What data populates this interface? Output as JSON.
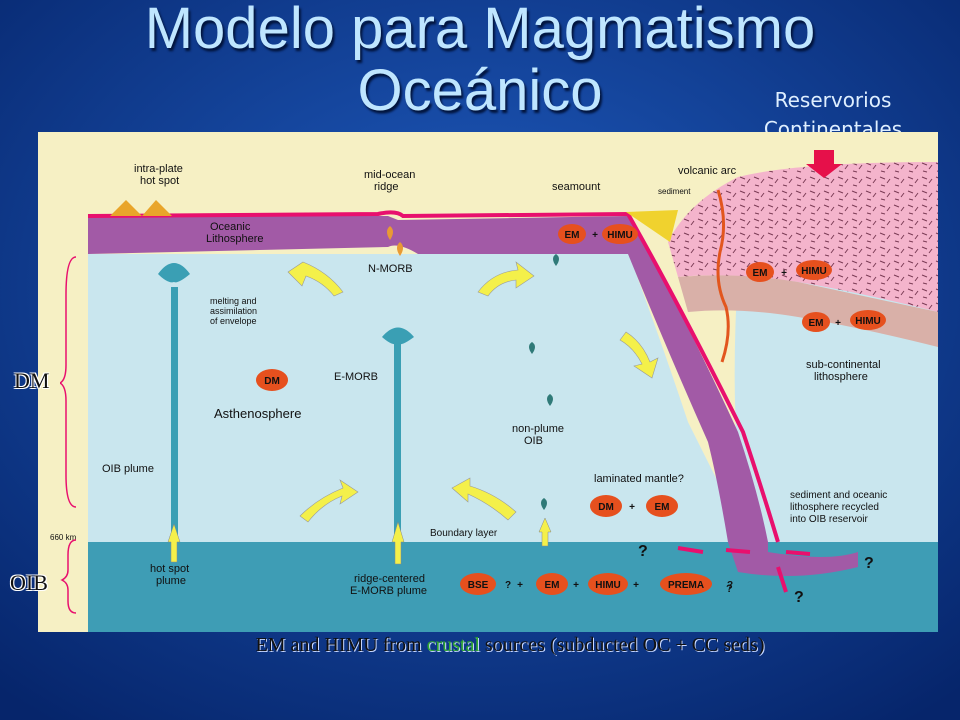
{
  "title_line1": "Modelo para Magmatismo",
  "title_line2": "Oceánico",
  "reservoir_label_line1": "Reservorios",
  "reservoir_label_line2": "Continentales",
  "side_labels": {
    "dm": "DM",
    "oib": "OIB"
  },
  "caption": {
    "before": "EM and HIMU from ",
    "highlight": "crustal",
    "after": " sources (subducted OC + CC seds)"
  },
  "diagram_labels": {
    "intraplate": [
      "intra-plate",
      "hot spot"
    ],
    "mid_ocean_ridge": [
      "mid-ocean",
      "ridge"
    ],
    "seamount": "seamount",
    "volcanic_arc": "volcanic arc",
    "sediment": "sediment",
    "oceanic_lithosphere": [
      "Oceanic",
      "Lithosphere"
    ],
    "n_morb": "N-MORB",
    "melting": [
      "melting and",
      "assimilation",
      "of envelope"
    ],
    "e_morb": "E-MORB",
    "asthenosphere": "Asthenosphere",
    "oib_plume": "OIB plume",
    "non_plume_oib": [
      "non-plume",
      "OIB"
    ],
    "laminated": "laminated mantle?",
    "subcontinental": [
      "sub-continental",
      "lithosphere"
    ],
    "recycled": [
      "sediment and oceanic",
      "lithosphere recycled",
      "into OIB reservoir"
    ],
    "boundary_layer": "Boundary layer",
    "depth_660": "660 km",
    "hot_spot_plume": [
      "hot spot",
      "plume"
    ],
    "ridge_centered": [
      "ridge-centered",
      "E-MORB plume"
    ],
    "question": "?",
    "plus": "+"
  },
  "reservoirs": {
    "em": "EM",
    "himu": "HIMU",
    "dm": "DM",
    "bse": "BSE",
    "prema": "PREMA"
  },
  "colors": {
    "slide_bg": "#0b3b8c",
    "title": "#bfe6ff",
    "panel_bg": "#f6f0c4",
    "lithosphere": "#a25aa6",
    "upper_mantle": "#c9e6ee",
    "lower_mantle": "#3e9db5",
    "continent": "#f4b4cc",
    "surface_line": "#e8106e",
    "reservoir_oval": "#e6501e",
    "arrow_yellow": "#f4f04a",
    "arrow_down": "#e6104a"
  }
}
